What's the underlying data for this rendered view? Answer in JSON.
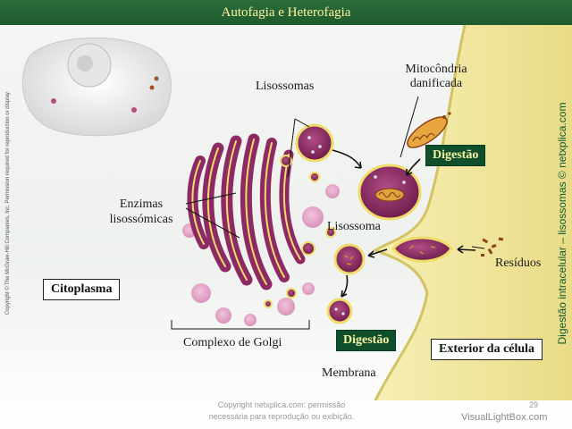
{
  "title": "Autofagia e Heterofagia",
  "labels": {
    "lisossomas": "Lisossomas",
    "mitocondria_line1": "Mitocôndria",
    "mitocondria_line2": "danificada",
    "enzimas_line1": "Enzimas",
    "enzimas_line2": "lisossómicas",
    "lisossoma": "Lisossoma",
    "residuos": "Resíduos",
    "complexo_golgi": "Complexo de Golgi",
    "membrana": "Membrana"
  },
  "boxes": {
    "digestao_top": "Digestão",
    "digestao_bottom": "Digestão",
    "citoplasma": "Citoplasma",
    "exterior": "Exterior da célula"
  },
  "side_text": {
    "left_copyright": "Copyright © The McGraw-Hill Companies, Inc. Permission required for reproduction or display.",
    "right_caption": "Digestão intracelular – lisossomas © netxplica.com"
  },
  "footer": {
    "line1": "Copyright netxplica.com: permissão",
    "line2": "necessária para reprodução ou exibição.",
    "page": "29",
    "watermark": "VisualLightBox.com"
  },
  "colors": {
    "title_bar": "#1e5a2d",
    "title_text": "#fff4a0",
    "golgi_fill": "#8e2a63",
    "golgi_edge": "#f0dc6a",
    "extracellular": "#efe59a",
    "box_green": "#0f4f2b",
    "box_green_text": "#f9f3a4"
  }
}
